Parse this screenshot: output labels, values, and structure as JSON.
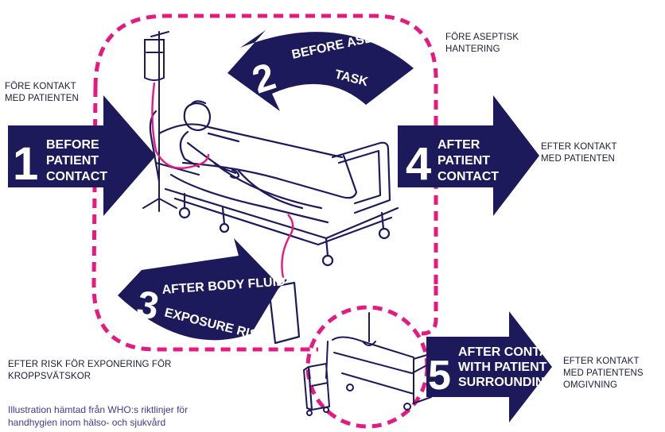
{
  "moments": [
    {
      "number": "1",
      "lines": [
        "BEFORE",
        "PATIENT",
        "CONTACT"
      ],
      "caption": [
        "FÖRE KONTAKT",
        "MED PATIENTEN"
      ]
    },
    {
      "number": "2",
      "lines": [
        "BEFORE ASEPTIC",
        "TASK"
      ],
      "caption": [
        "FÖRE ASEPTISK",
        "HANTERING"
      ]
    },
    {
      "number": "3",
      "lines": [
        "AFTER BODY FLUID",
        "EXPOSURE RISK"
      ],
      "caption": [
        "EFTER RISK FÖR EXPONERING FÖR",
        "KROPPSVÄTSKOR"
      ]
    },
    {
      "number": "4",
      "lines": [
        "AFTER",
        "PATIENT",
        "CONTACT"
      ],
      "caption": [
        "EFTER KONTAKT",
        "MED PATIENTEN"
      ]
    },
    {
      "number": "5",
      "lines": [
        "AFTER CONTACT",
        "WITH PATIENT",
        "SURROUNDINGS"
      ],
      "caption": [
        "EFTER KONTAKT",
        "MED PATIENTENS",
        "OMGIVNING"
      ]
    }
  ],
  "credit": [
    "Illustration hämtad från WHO:s riktlinjer för",
    "handhygien inom hälso- och sjukvård"
  ],
  "colors": {
    "navy": "#1d1a5c",
    "magenta": "#e5197f",
    "ink": "#1b1b3a"
  },
  "icons": [
    "iv-drip-icon",
    "hospital-bed-icon",
    "patient-icon",
    "urine-bag-icon",
    "empty-bed-icon",
    "bedside-table-icon"
  ]
}
